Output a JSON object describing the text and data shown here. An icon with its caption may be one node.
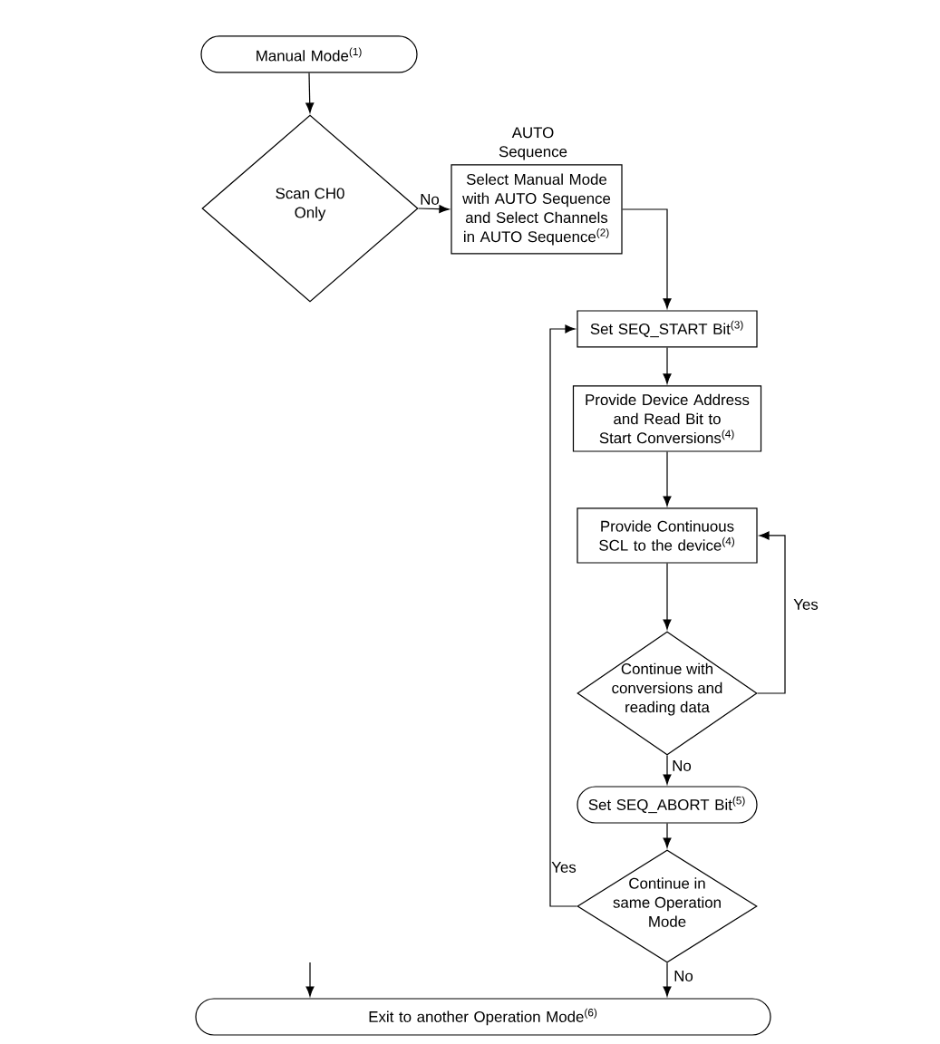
{
  "diagram": {
    "nodes": [
      {
        "text": [
          "Manual Mode$^{(1)}$"
        ]
      },
      {
        "text": [
          "Scan CH0 Only"
        ]
      },
      {
        "text": [
          "AUTO Sequence",
          "Select Manual Mode with AUTO Sequence and Select Channels in AUTO Sequence$^{(2)}$"
        ]
      },
      {
        "text": [
          "Set SEQ_START Bit$^{(3)}$"
        ]
      },
      {
        "text": [
          "Provide Device Address and Read Bit to Start Conversions$^{(4)}$"
        ]
      },
      {
        "text": [
          "Provide Continuous SCL to the device$^{(4)}$"
        ]
      },
      {
        "text": [
          "Continue with conversions and reading data"
        ]
      },
      {
        "text": [
          "Set SEQ_ABORT Bit$^{(5)}$"
        ]
      },
      {
        "text": [
          "Continue in same Operation Mode"
        ]
      },
      {
        "text": [
          "Exit to another Operation Mode$^{(6)}$"
        ]
      }
    ],
    "edges": [
      {
        "from": 0,
        "to": 1,
        "arrow": "to"
      },
      {
        "from": 1,
        "to": 2,
        "arrow": "to",
        "label": "No"
      },
      {
        "from": 2,
        "to": 3,
        "arrow": "to"
      },
      {
        "from": 3,
        "to": 4,
        "arrow": "to"
      },
      {
        "from": 4,
        "to": 5,
        "arrow": "to"
      },
      {
        "from": 5,
        "to": 6,
        "arrow": "to"
      },
      {
        "from": 6,
        "to": 5,
        "arrow": "to",
        "label": "Yes"
      },
      {
        "from": 6,
        "to": 7,
        "arrow": "to",
        "label": "No"
      },
      {
        "from": 7,
        "to": 8,
        "arrow": "to"
      },
      {
        "from": 8,
        "to": 3,
        "arrow": "to",
        "label": "Yes"
      },
      {
        "from": 8,
        "to": 9,
        "arrow": "to",
        "label": "No"
      },
      {
        "from": null,
        "to": 9,
        "arrow": "to"
      }
    ]
  }
}
